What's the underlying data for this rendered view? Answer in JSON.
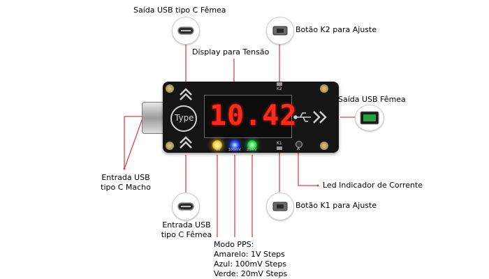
{
  "labels": {
    "usb_c_female_out": "Saída USB tipo C Fêmea",
    "k2_button": "Botão K2 para Ajuste",
    "display": "Display para Tensão",
    "usb_female_out": "Saída USB Fêmea",
    "usb_c_male_in_line1": "Entrada USB",
    "usb_c_male_in_line2": "tipo C Macho",
    "current_led": "Led Indicador de Corrente",
    "k1_button": "Botão K1 para Ajuste",
    "usb_c_female_in_line1": "Entrada USB",
    "usb_c_female_in_line2": "tipo C Fêmea",
    "pps_title": "Modo PPS:",
    "pps_yellow": "Amarelo: 1V Steps",
    "pps_blue": "Azul: 100mV Steps",
    "pps_green": "Verde: 20mV Steps"
  },
  "device": {
    "display_value": "10.42",
    "type_logo": "Type",
    "k2_label": "K2",
    "k1_label": "K1",
    "current_led_label": "A",
    "led_yellow_label": "1V",
    "led_blue_label": "100mV",
    "led_green_label": "20mV"
  },
  "colors": {
    "board": "#151515",
    "display_red": "#ff2a1a",
    "leader_line": "#e04545",
    "led_yellow": "#ffd23a",
    "led_blue": "#2a52ff",
    "led_green": "#27e04a"
  }
}
